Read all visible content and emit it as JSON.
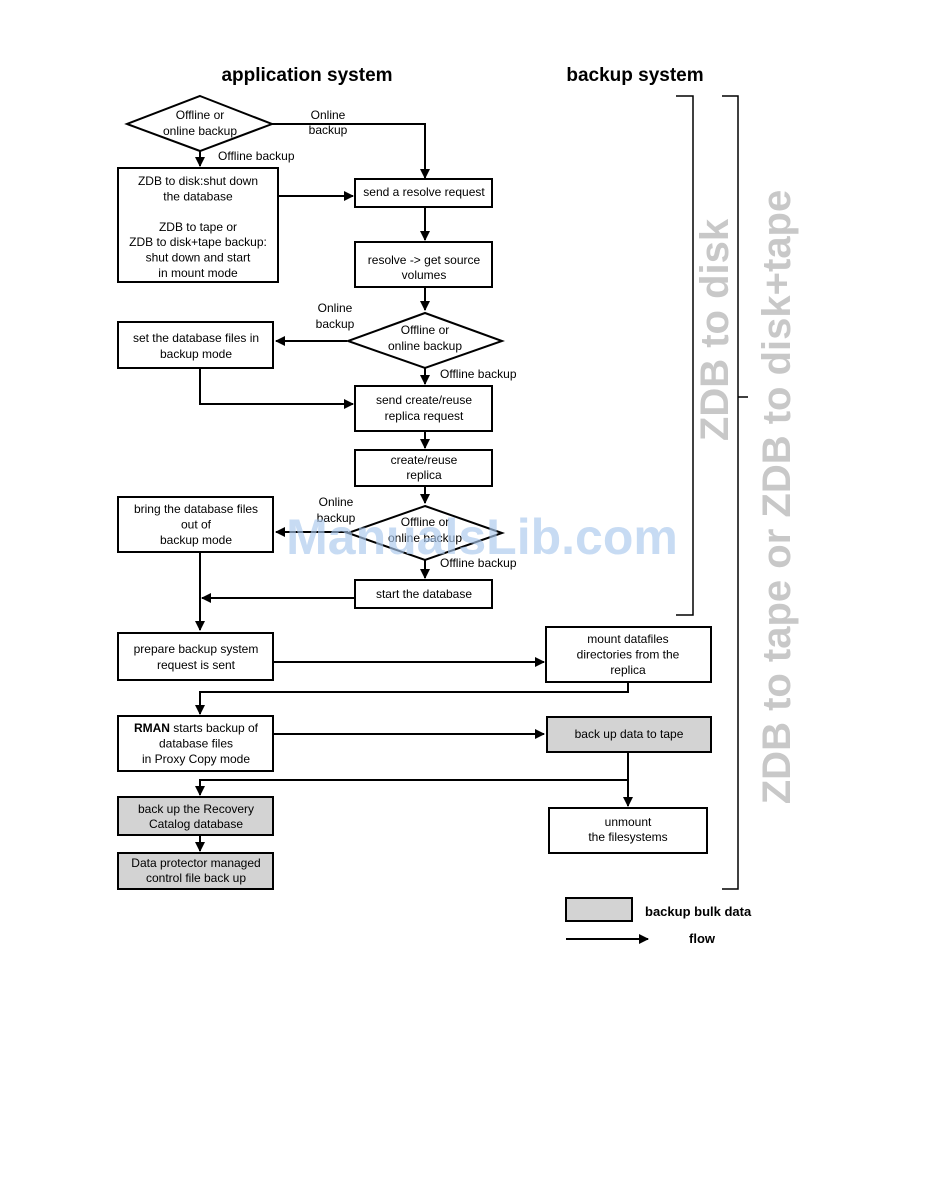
{
  "headings": {
    "application": "application system",
    "backup": "backup system"
  },
  "decisions": {
    "d1": [
      "Offline or",
      "online backup"
    ],
    "d2": [
      "Offline or",
      "online backup"
    ],
    "d3": [
      "Offline or",
      "online backup"
    ]
  },
  "boxes": {
    "zdb_shutdown": [
      "ZDB to disk:shut down",
      "the database",
      "",
      "ZDB to tape or",
      "ZDB to disk+tape backup:",
      "shut down and start",
      "in mount mode"
    ],
    "resolve_request": [
      "send a resolve request"
    ],
    "get_source": [
      "resolve -> get source",
      "volumes"
    ],
    "set_backup_mode": [
      "set the database files in",
      "backup mode"
    ],
    "create_request": [
      "send create/reuse",
      "replica request"
    ],
    "create_replica": [
      "create/reuse",
      "replica"
    ],
    "bring_out": [
      "bring the database files",
      "out of",
      "backup mode"
    ],
    "start_db": [
      "start the database"
    ],
    "prepare_request": [
      "prepare backup system",
      "request is sent"
    ],
    "mount_datafiles": [
      "mount datafiles",
      "directories from the",
      "replica"
    ],
    "rman_bold": "RMAN",
    "rman_rest": " starts backup of",
    "rman_lines": [
      "database files",
      "in Proxy Copy mode"
    ],
    "backup_tape": [
      "back up data to tape"
    ],
    "backup_catalog": [
      "back up the Recovery",
      "Catalog database"
    ],
    "unmount": [
      "unmount",
      "the filesystems"
    ],
    "dp_control": [
      "Data protector managed",
      "control file back up"
    ]
  },
  "labels": {
    "online1": [
      "Online",
      "backup"
    ],
    "offline1": "Offline  backup",
    "online2": [
      "Online",
      "backup"
    ],
    "offline2": "Offline  backup",
    "online3": [
      "Online",
      "backup"
    ],
    "offline3": "Offline  backup"
  },
  "side": {
    "zdb_disk": "ZDB to disk",
    "zdb_tape": "ZDB to tape or ZDB to disk+tape"
  },
  "legend": {
    "bulk": "backup bulk data",
    "flow": "flow"
  },
  "watermark": "ManualsLib.com",
  "colors": {
    "bulk_fill": "#d3d3d3",
    "side_text": "#c8c8c8",
    "watermark": "#a9c8ec"
  }
}
